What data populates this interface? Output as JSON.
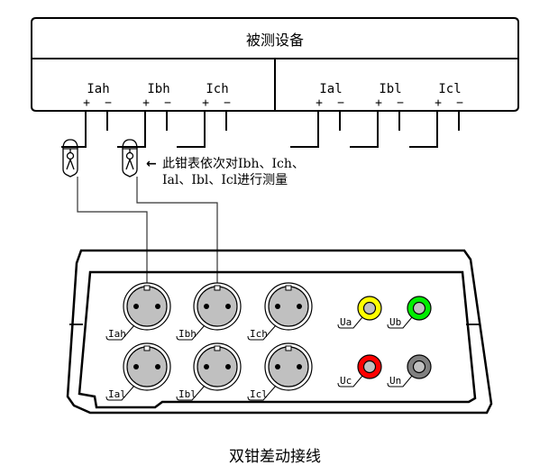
{
  "device": {
    "title": "被测设备",
    "high_side": [
      {
        "label": "Iah",
        "plus": "+",
        "minus": "−"
      },
      {
        "label": "Ibh",
        "plus": "+",
        "minus": "−"
      },
      {
        "label": "Ich",
        "plus": "+",
        "minus": "−"
      }
    ],
    "low_side": [
      {
        "label": "Ial",
        "plus": "+",
        "minus": "−"
      },
      {
        "label": "Ibl",
        "plus": "+",
        "minus": "−"
      },
      {
        "label": "Icl",
        "plus": "+",
        "minus": "−"
      }
    ]
  },
  "annotation": {
    "arrow": "←",
    "line1": "此钳表依次对Ibh、Ich、",
    "line2": "Ial、Ibl、Icl进行测量"
  },
  "instrument": {
    "current_ports": [
      "Iah",
      "Ibh",
      "Ich",
      "Ial",
      "Ibl",
      "Icl"
    ],
    "voltage_ports": [
      {
        "label": "Ua",
        "color": "#ffff00"
      },
      {
        "label": "Ub",
        "color": "#00ee00"
      },
      {
        "label": "Uc",
        "color": "#ff0000"
      },
      {
        "label": "Un",
        "color": "#808080"
      }
    ],
    "port_face_color": "#c0c0c0"
  },
  "caption": "双钳差动接线"
}
